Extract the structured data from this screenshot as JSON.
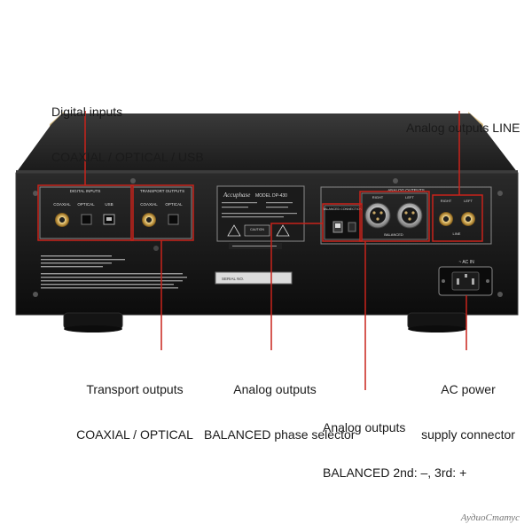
{
  "callouts": {
    "digital_inputs": {
      "line1": "Digital inputs",
      "line2": "COAXIAL / OPTICAL / USB"
    },
    "analog_line": {
      "line1": "Analog outputs LINE"
    },
    "transport": {
      "line1": "Transport outputs",
      "line2": "COAXIAL / OPTICAL"
    },
    "balanced_phase": {
      "line1": "Analog outputs",
      "line2": "BALANCED phase selector"
    },
    "balanced_2nd": {
      "line1": "Analog outputs",
      "line2": "BALANCED 2nd: –, 3rd: +"
    },
    "ac_power": {
      "line1": "AC power",
      "line2": "supply connector"
    }
  },
  "panel": {
    "digital_inputs_title": "DIGITAL INPUTS",
    "coaxial": "COAXIAL",
    "optical": "OPTICAL",
    "usb": "USB",
    "transport_title": "TRANSPORT OUTPUTS",
    "analog_title": "ANALOG OUTPUTS",
    "balanced_connection": "BALANCED CONNECTION",
    "right": "RIGHT",
    "left": "LEFT",
    "balanced": "BALANCED",
    "line": "LINE",
    "ac_in": "~ AC IN",
    "model": "MODEL DP-430",
    "brand": "Accuphase",
    "caution": "CAUTION",
    "serial": "SERIAL NO."
  },
  "watermark": "АудиоСтатус",
  "colors": {
    "accent": "#c8231b",
    "chassis": "#151515",
    "gold": "#c9a866",
    "text": "#1a1a1a"
  }
}
